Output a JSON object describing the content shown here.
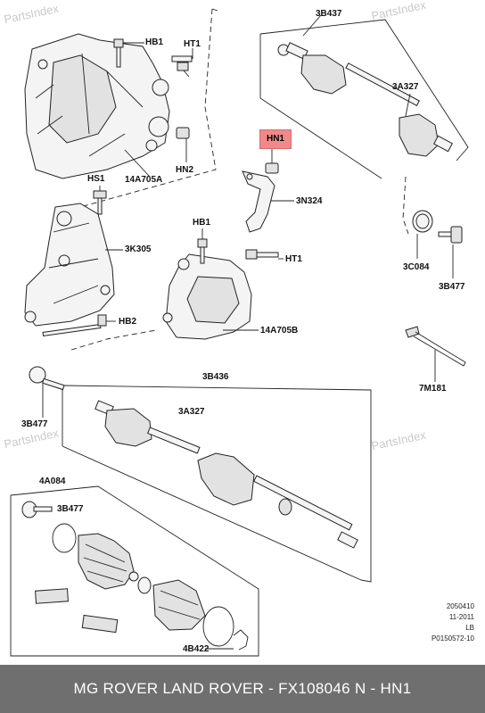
{
  "watermark": "PartsIndex",
  "labels": {
    "hb1_top": "HB1",
    "ht1_top": "HT1",
    "hn2": "HN2",
    "p14a705a": "14A705A",
    "hs1": "HS1",
    "p3k305": "3K305",
    "hb2": "HB2",
    "hn1": "HN1",
    "p3n324": "3N324",
    "hb1_mid": "HB1",
    "ht1_mid": "HT1",
    "p14a705b": "14A705B",
    "p3b437": "3B437",
    "p3a327_top": "3A327",
    "p3c084": "3C084",
    "p3b477_right": "3B477",
    "p7m181": "7M181",
    "p3b436": "3B436",
    "p3a327_mid": "3A327",
    "p3b477_left": "3B477",
    "p4a084": "4A084",
    "p3b477_kit": "3B477",
    "p4b422": "4B422"
  },
  "stamp": {
    "line1": "2050410",
    "line2": "11-2011",
    "line3": "LB",
    "line4": "P0150572-10"
  },
  "footer": "MG ROVER LAND ROVER - FX108046      N - HN1"
}
